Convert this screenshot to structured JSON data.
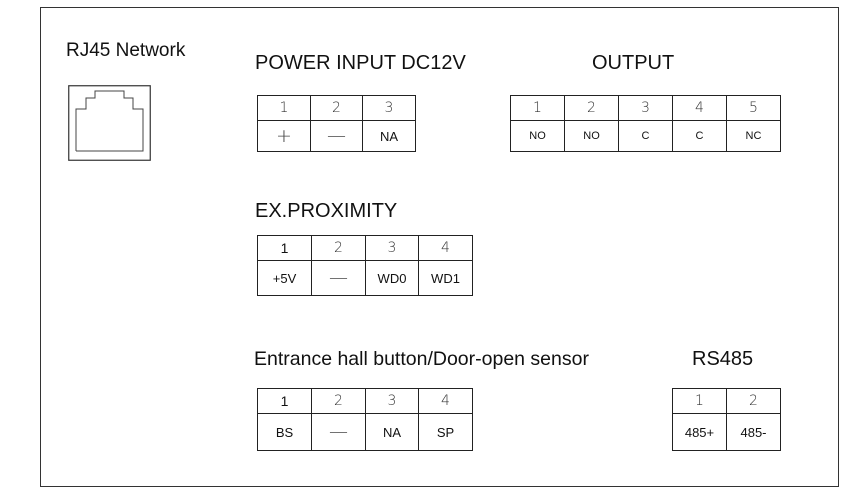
{
  "rj45": {
    "title": "RJ45 Network",
    "icon": "rj45-port-icon"
  },
  "power": {
    "title": "POWER INPUT DC12V",
    "pins": [
      "1",
      "2",
      "3"
    ],
    "signals": [
      "+",
      "—",
      "NA"
    ]
  },
  "output": {
    "title": "OUTPUT",
    "pins": [
      "1",
      "2",
      "3",
      "4",
      "5"
    ],
    "signals": [
      "NO",
      "NO",
      "C",
      "C",
      "NC"
    ]
  },
  "proximity": {
    "title": "EX.PROXIMITY",
    "pins": [
      "1",
      "2",
      "3",
      "4"
    ],
    "signals": [
      "+5V",
      "—",
      "WD0",
      "WD1"
    ]
  },
  "entrance": {
    "title": "Entrance hall button/Door-open sensor",
    "pins": [
      "1",
      "2",
      "3",
      "4"
    ],
    "signals": [
      "BS",
      "—",
      "NA",
      "SP"
    ]
  },
  "rs485": {
    "title": "RS485",
    "pins": [
      "1",
      "2"
    ],
    "signals": [
      "485+",
      "485-"
    ]
  }
}
